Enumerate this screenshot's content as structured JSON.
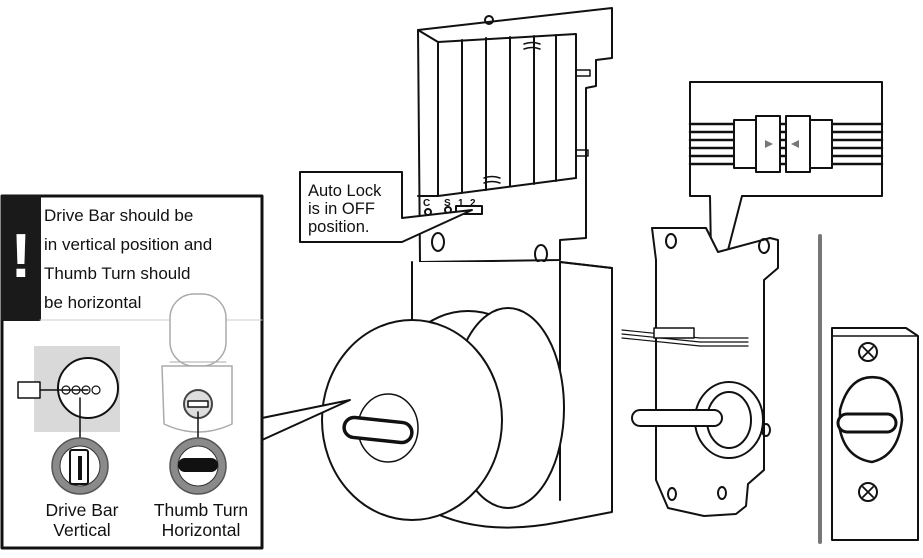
{
  "warning_panel": {
    "icon": "exclamation-icon",
    "accent": "#1a1a1a",
    "lines": [
      "Drive Bar should be",
      "in vertical position and",
      "Thumb Turn should",
      "be horizontal"
    ],
    "captions": {
      "drive_bar": [
        "Drive Bar",
        "Vertical"
      ],
      "thumb_turn": [
        "Thumb Turn",
        "Horizontal"
      ]
    }
  },
  "auto_lock_callout": {
    "lines": [
      "Auto Lock",
      "is in OFF",
      "position."
    ],
    "switch_labels": [
      "C",
      "S",
      "1",
      "2"
    ]
  }
}
